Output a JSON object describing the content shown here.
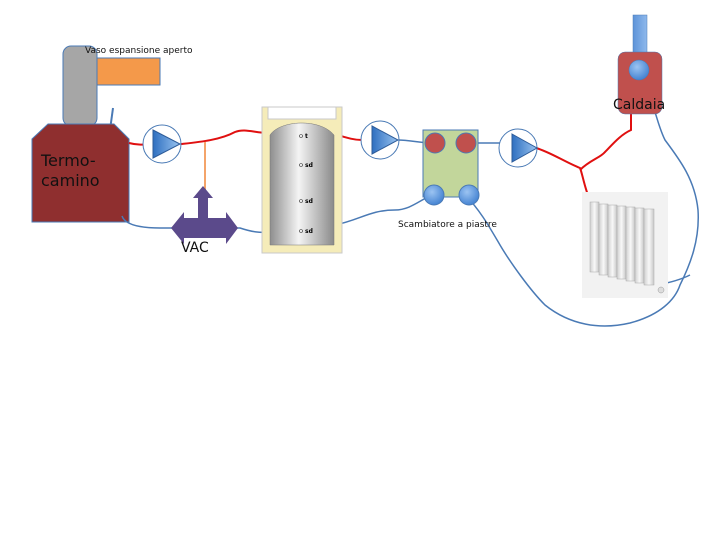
{
  "diagram": {
    "labels": {
      "expansion_vessel": "Vaso espansione aperto",
      "fireplace_line1": "Termo-",
      "fireplace_line2": "camino",
      "valve": "VAC",
      "heat_exchanger": "Scambiatore a piastre",
      "boiler": "Caldaia"
    },
    "tank_sensors": [
      "t",
      "sd",
      "sd",
      "sd"
    ],
    "colors": {
      "hot_pipe": "#e01010",
      "cold_pipe": "#4a7ab5",
      "fireplace": "#8f2f2f",
      "expansion_vessel_grey": "#a6a6a6",
      "expansion_vessel_orange": "#f4994a",
      "pump": "#3f86d8",
      "valve": "#5b4a8b",
      "exchanger": "#c2d69b",
      "boiler": "#c0504d"
    }
  }
}
